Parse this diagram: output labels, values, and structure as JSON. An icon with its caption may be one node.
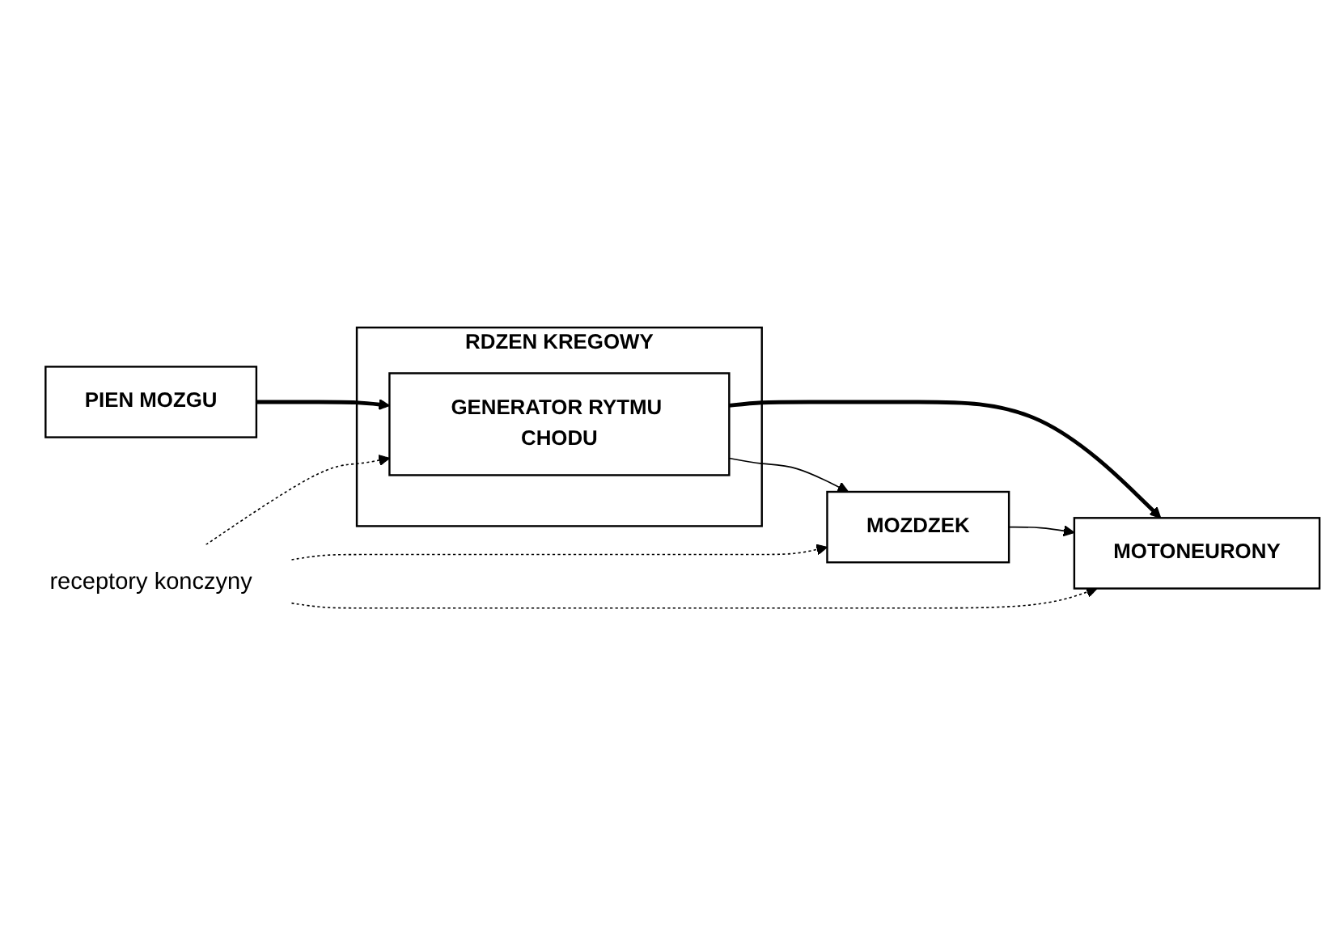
{
  "diagram": {
    "nodes": [
      {
        "text": [
          "PIEN MOZGU"
        ]
      },
      {
        "text": [
          "RDZEN KREGOWY"
        ]
      },
      {
        "text": [
          "GENERATOR RYTMU CHODU"
        ],
        "in": 1
      },
      {
        "text": [
          "MOZDZEK"
        ]
      },
      {
        "text": [
          "MOTONEURONY"
        ]
      },
      {
        "text": [
          "receptory konczyny"
        ]
      }
    ],
    "edges": [
      {
        "from": 0,
        "to": 2,
        "arrow": "to",
        "style": "thick"
      },
      {
        "from": 2,
        "to": 3,
        "arrow": "to"
      },
      {
        "from": 2,
        "to": 4,
        "arrow": "to",
        "style": "thick"
      },
      {
        "from": 3,
        "to": 4,
        "arrow": "to"
      },
      {
        "from": 5,
        "to": 3,
        "arrow": "to",
        "style": "dashed"
      },
      {
        "from": 5,
        "to": 2,
        "arrow": "to",
        "style": "dashed"
      },
      {
        "from": 5,
        "to": 4,
        "arrow": "to",
        "style": "dashed"
      }
    ]
  }
}
